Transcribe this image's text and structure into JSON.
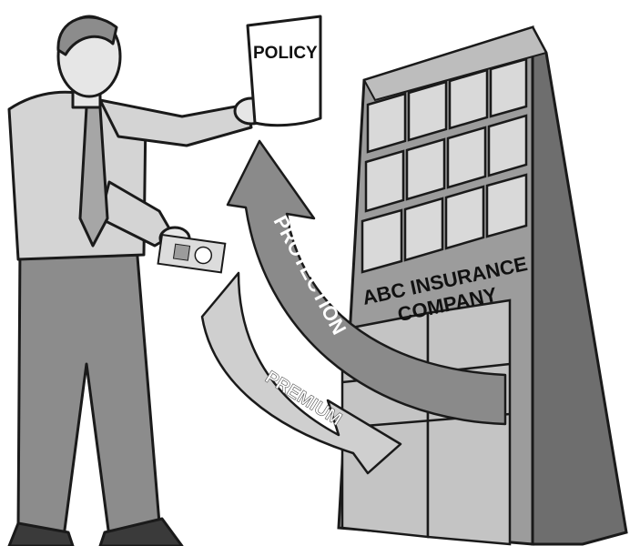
{
  "policy": {
    "label": "POLICY"
  },
  "company": {
    "line1": "ABC INSURANCE",
    "line2": "COMPANY"
  },
  "arrows": {
    "protection": "PROTECTION",
    "premium": "PREMIUM"
  },
  "colors": {
    "outline": "#1a1a1a",
    "building_front": "#9c9c9c",
    "building_side": "#6e6e6e",
    "window_glass": "#d9d9d9",
    "protection_arrow": "#8a8a8a",
    "premium_arrow": "#cfcfcf",
    "shirt": "#d4d4d4",
    "trousers": "#8c8c8c",
    "skin": "#e6e6e6",
    "paper": "#ffffff"
  }
}
